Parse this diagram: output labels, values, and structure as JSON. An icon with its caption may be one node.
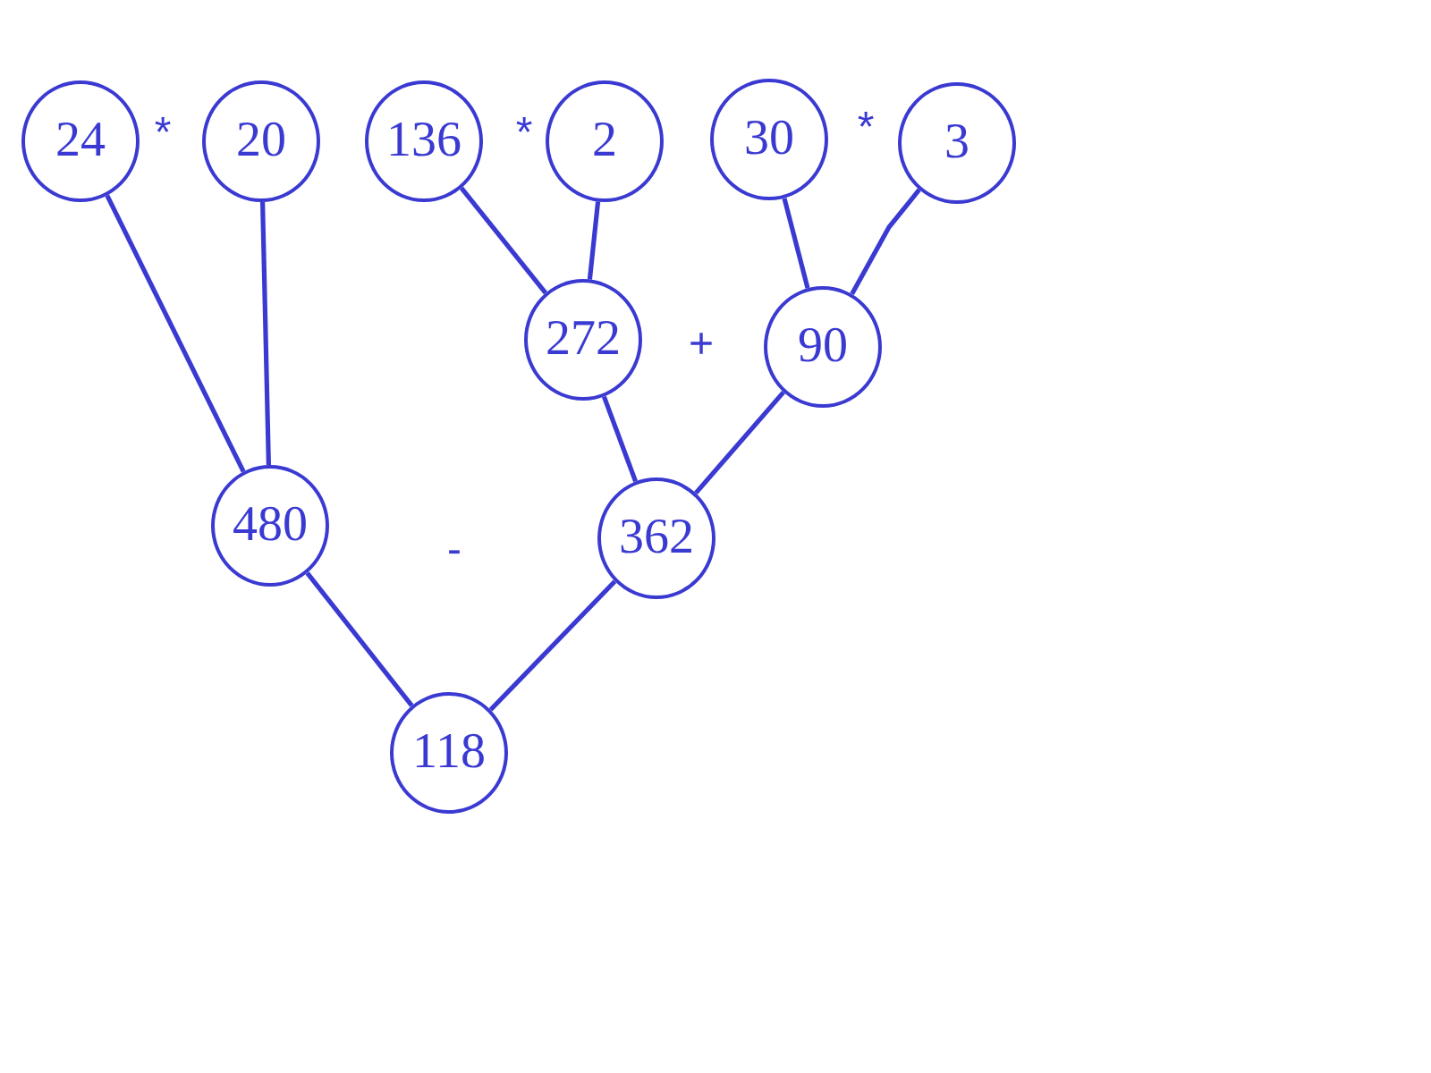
{
  "diagram": {
    "nodes": [
      {
        "text": [
          "24"
        ]
      },
      {
        "text": [
          "20"
        ]
      },
      {
        "text": [
          "136"
        ]
      },
      {
        "text": [
          "2"
        ]
      },
      {
        "text": [
          "30"
        ]
      },
      {
        "text": [
          "3"
        ]
      },
      {
        "text": [
          "272"
        ]
      },
      {
        "text": [
          "90"
        ]
      },
      {
        "text": [
          "480"
        ]
      },
      {
        "text": [
          "362"
        ]
      },
      {
        "text": [
          "118"
        ]
      }
    ],
    "edges": [
      {
        "from": 0,
        "to": 8,
        "arrow": "none"
      },
      {
        "from": 1,
        "to": 8,
        "arrow": "none"
      },
      {
        "from": 2,
        "to": 6,
        "arrow": "none"
      },
      {
        "from": 3,
        "to": 6,
        "arrow": "none"
      },
      {
        "from": 4,
        "to": 7,
        "arrow": "none"
      },
      {
        "from": 5,
        "to": 7,
        "arrow": "none"
      },
      {
        "from": 6,
        "to": 9,
        "arrow": "none"
      },
      {
        "from": 7,
        "to": 9,
        "arrow": "none"
      },
      {
        "from": 8,
        "to": 10,
        "arrow": "none"
      },
      {
        "from": 9,
        "to": 10,
        "arrow": "none"
      }
    ],
    "labels": [
      "*",
      "*",
      "*",
      "+",
      "-"
    ]
  }
}
